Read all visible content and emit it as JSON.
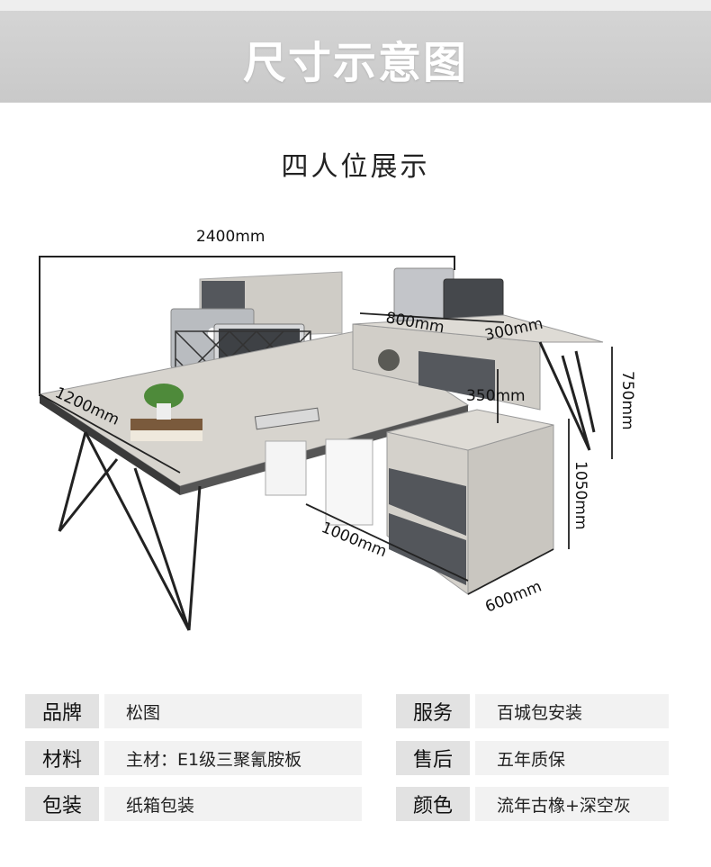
{
  "header": {
    "title": "尺寸示意图"
  },
  "section": {
    "subtitle": "四人位展示"
  },
  "dimensions": {
    "total_width": "2400mm",
    "desk_depth": "1200mm",
    "shelf_width": "800mm",
    "shelf_depth": "300mm",
    "shelf_height": "350mm",
    "desk_height": "750mm",
    "cabinet_height": "1050mm",
    "cabinet_length": "1000mm",
    "cabinet_depth": "600mm"
  },
  "colors": {
    "banner": "#cccccc",
    "wood": "#d6d3cd",
    "drawer": "#53565b",
    "frame": "#2b2b2b"
  },
  "specs": {
    "left": [
      {
        "label": "品牌",
        "value": "松图"
      },
      {
        "label": "材料",
        "value": "主材：E1级三聚氰胺板"
      },
      {
        "label": "包装",
        "value": "纸箱包装"
      }
    ],
    "right": [
      {
        "label": "服务",
        "value": "百城包安装"
      },
      {
        "label": "售后",
        "value": "五年质保"
      },
      {
        "label": "颜色",
        "value": "流年古橡+深空灰"
      }
    ]
  }
}
